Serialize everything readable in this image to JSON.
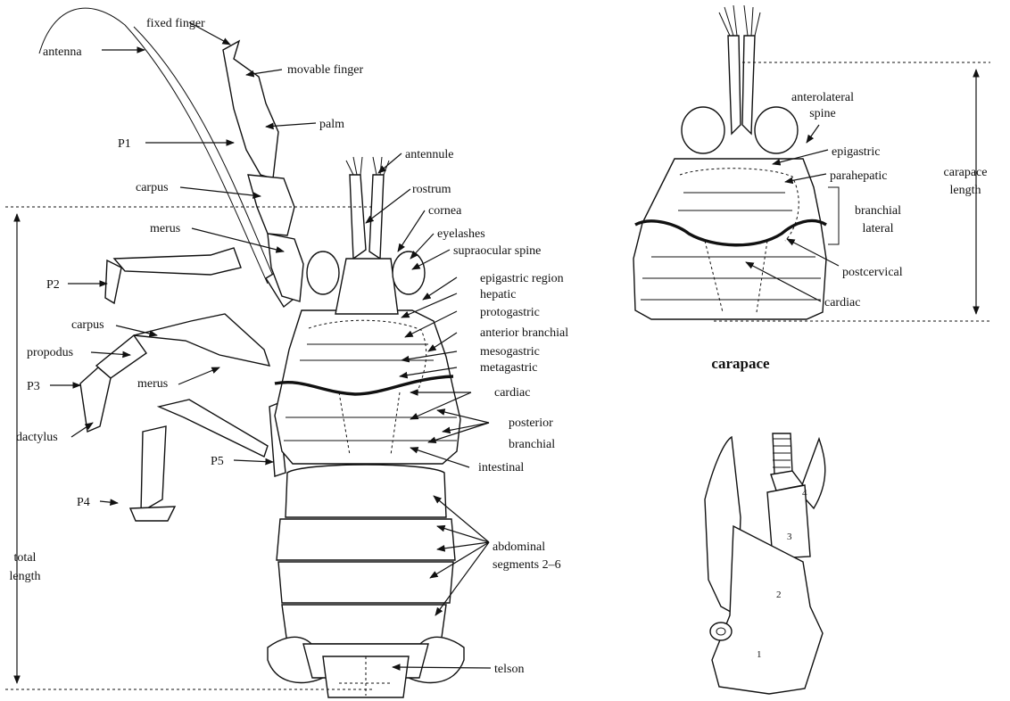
{
  "labels": {
    "fixed_finger": "fixed finger",
    "movable_finger": "movable finger",
    "antenna": "antenna",
    "palm": "palm",
    "p1": "P1",
    "antennule": "antennule",
    "carpus_p1": "carpus",
    "rostrum": "rostrum",
    "merus_p1": "merus",
    "cornea": "cornea",
    "eyelashes": "eyelashes",
    "supraocular_spine": "supraocular spine",
    "p2": "P2",
    "epigastric_region": "epigastric region",
    "hepatic": "hepatic",
    "carpus_p2": "carpus",
    "protogastric": "protogastric",
    "propodus": "propodus",
    "anterior_branchial": "anterior branchial",
    "mesogastric": "mesogastric",
    "metagastric": "metagastric",
    "merus_p3": "merus",
    "p3": "P3",
    "cardiac": "cardiac",
    "posterior_branchial_1": "posterior",
    "posterior_branchial_2": "branchial",
    "dactylus": "dactylus",
    "p5": "P5",
    "intestinal": "intestinal",
    "p4": "P4",
    "total_length_1": "total",
    "total_length_2": "length",
    "abdominal_1": "abdominal",
    "abdominal_2": "segments 2–6",
    "telson": "telson"
  },
  "carapace_panel": {
    "title": "carapace",
    "anterolateral_1": "anterolateral",
    "anterolateral_2": "spine",
    "epigastric": "epigastric",
    "parahepatic": "parahepatic",
    "branchial_1": "branchial",
    "branchial_2": "lateral",
    "postcervical": "postcervical",
    "cardiac": "cardiac",
    "carapace_length_1": "carapace",
    "carapace_length_2": "length"
  },
  "antenna_panel": {
    "segment_1": "1",
    "segment_2": "2",
    "segment_3": "3",
    "segment_4": "4"
  }
}
